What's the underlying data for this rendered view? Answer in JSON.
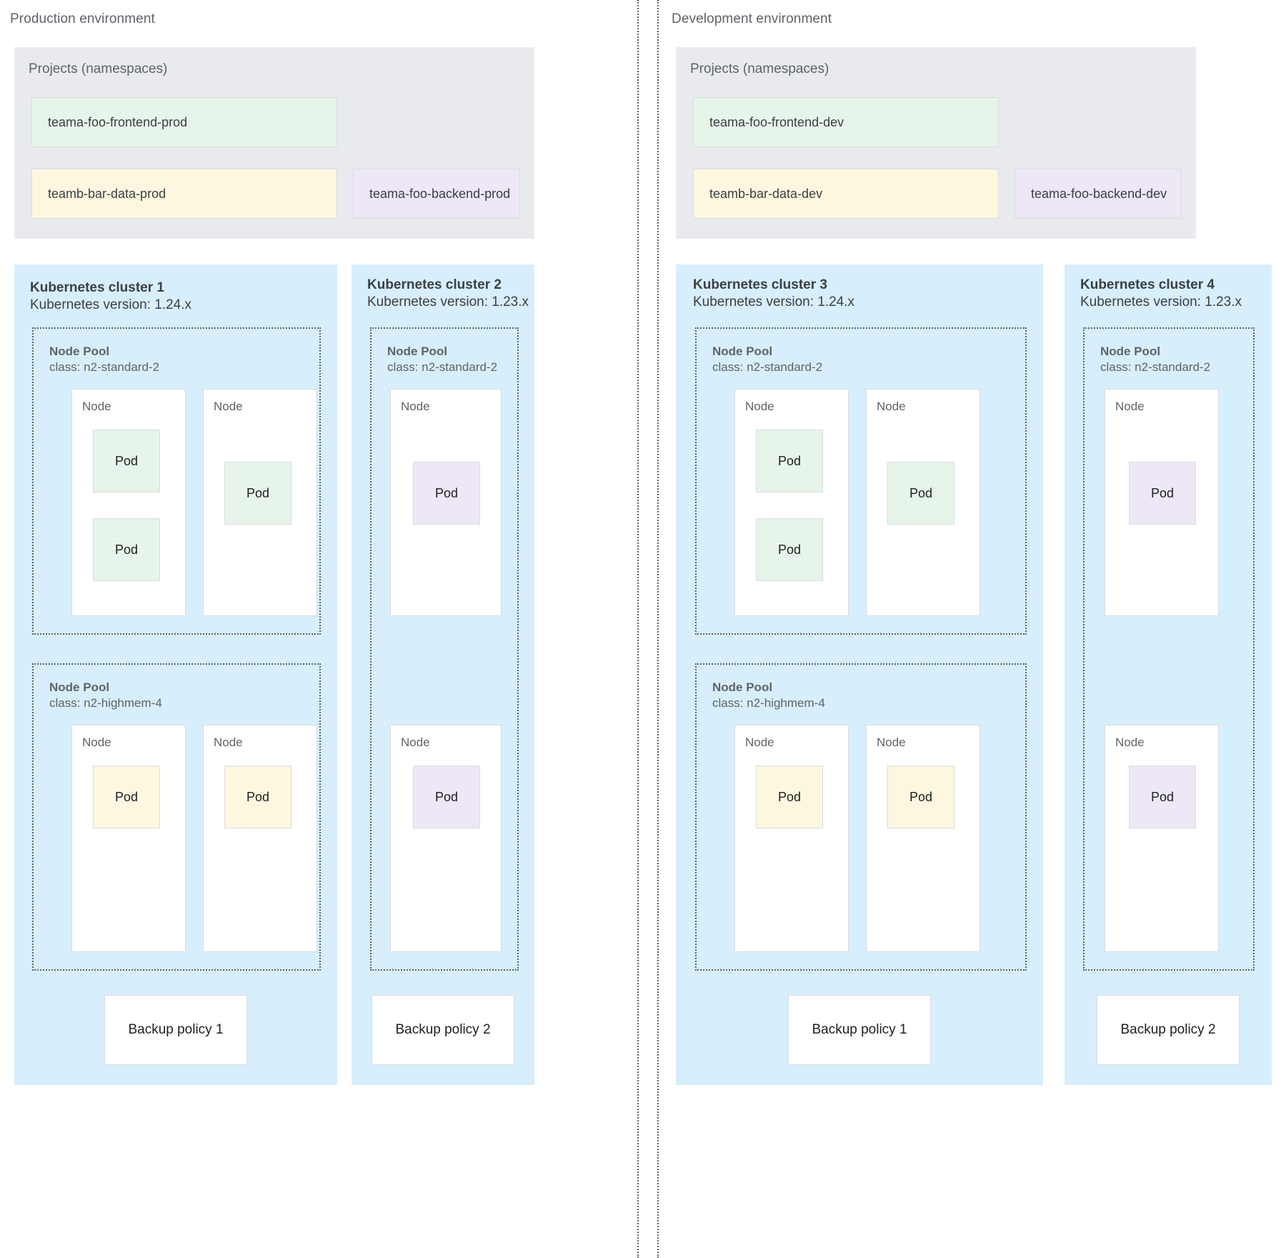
{
  "environments": [
    {
      "title": "Production environment",
      "projects": {
        "label": "Projects (namespaces)",
        "namespaces": [
          {
            "name": "teama-foo-frontend-prod",
            "color": "green"
          },
          {
            "name": "teamb-bar-data-prod",
            "color": "yellow"
          },
          {
            "name": "teama-foo-backend-prod",
            "color": "purple"
          }
        ]
      },
      "clusters": [
        {
          "title": "Kubernetes cluster 1",
          "version": "Kubernetes version: 1.24.x",
          "node_pools": [
            {
              "name": "Node Pool",
              "class": "class: n2-standard-2",
              "nodes": [
                {
                  "label": "Node",
                  "pods": [
                    {
                      "label": "Pod",
                      "color": "green"
                    },
                    {
                      "label": "Pod",
                      "color": "green"
                    }
                  ]
                },
                {
                  "label": "Node",
                  "pods": [
                    {
                      "label": "Pod",
                      "color": "green"
                    }
                  ]
                }
              ]
            },
            {
              "name": "Node Pool",
              "class": "class: n2-highmem-4",
              "nodes": [
                {
                  "label": "Node",
                  "pods": [
                    {
                      "label": "Pod",
                      "color": "yellow"
                    }
                  ]
                },
                {
                  "label": "Node",
                  "pods": [
                    {
                      "label": "Pod",
                      "color": "yellow"
                    }
                  ]
                }
              ]
            }
          ],
          "backup_policy": "Backup policy 1"
        },
        {
          "title": "Kubernetes cluster 2",
          "version": "Kubernetes version: 1.23.x",
          "node_pools": [
            {
              "name": "Node Pool",
              "class": "class: n2-standard-2",
              "nodes": [
                {
                  "label": "Node",
                  "pods": [
                    {
                      "label": "Pod",
                      "color": "purple"
                    }
                  ]
                },
                {
                  "label": "Node",
                  "pods": [
                    {
                      "label": "Pod",
                      "color": "purple"
                    }
                  ]
                }
              ]
            }
          ],
          "backup_policy": "Backup policy 2"
        }
      ]
    },
    {
      "title": "Development environment",
      "projects": {
        "label": "Projects (namespaces)",
        "namespaces": [
          {
            "name": "teama-foo-frontend-dev",
            "color": "green"
          },
          {
            "name": "teamb-bar-data-dev",
            "color": "yellow"
          },
          {
            "name": "teama-foo-backend-dev",
            "color": "purple"
          }
        ]
      },
      "clusters": [
        {
          "title": "Kubernetes cluster 3",
          "version": "Kubernetes version: 1.24.x",
          "node_pools": [
            {
              "name": "Node Pool",
              "class": "class: n2-standard-2",
              "nodes": [
                {
                  "label": "Node",
                  "pods": [
                    {
                      "label": "Pod",
                      "color": "green"
                    },
                    {
                      "label": "Pod",
                      "color": "green"
                    }
                  ]
                },
                {
                  "label": "Node",
                  "pods": [
                    {
                      "label": "Pod",
                      "color": "green"
                    }
                  ]
                }
              ]
            },
            {
              "name": "Node Pool",
              "class": "class: n2-highmem-4",
              "nodes": [
                {
                  "label": "Node",
                  "pods": [
                    {
                      "label": "Pod",
                      "color": "yellow"
                    }
                  ]
                },
                {
                  "label": "Node",
                  "pods": [
                    {
                      "label": "Pod",
                      "color": "yellow"
                    }
                  ]
                }
              ]
            }
          ],
          "backup_policy": "Backup policy 1"
        },
        {
          "title": "Kubernetes cluster 4",
          "version": "Kubernetes version: 1.23.x",
          "node_pools": [
            {
              "name": "Node Pool",
              "class": "class: n2-standard-2",
              "nodes": [
                {
                  "label": "Node",
                  "pods": [
                    {
                      "label": "Pod",
                      "color": "purple"
                    }
                  ]
                },
                {
                  "label": "Node",
                  "pods": [
                    {
                      "label": "Pod",
                      "color": "purple"
                    }
                  ]
                }
              ]
            }
          ],
          "backup_policy": "Backup policy 2"
        }
      ]
    }
  ],
  "colors": {
    "cluster_bg": "#d7eefc",
    "projects_bg": "#e8eaed",
    "green": "#e6f4ea",
    "yellow": "#fef7e0",
    "purple": "#ede7f6",
    "border": "#dadce0",
    "text": "#3c4043",
    "muted": "#5f6368"
  }
}
